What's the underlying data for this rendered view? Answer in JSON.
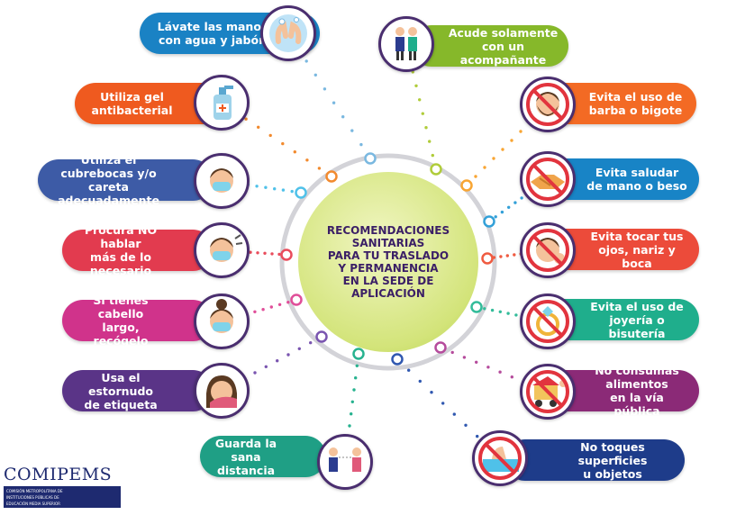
{
  "title": "RECOMENDACIONES\nSANITARIAS\nPARA TU TRASLADO\nY PERMANENCIA\nEN LA SEDE DE\nAPLICACIÓN",
  "items": [
    {
      "id": "lavate-manos",
      "text": "Lávate las manos\ncon agua y jabón",
      "color": "#1a82c4",
      "icon": "handwash-icon",
      "ring": "#7ab8e0"
    },
    {
      "id": "gel",
      "text": "Utiliza gel\nantibacterial",
      "color": "#ef5a1f",
      "icon": "gel-icon",
      "ring": "#f28a2e"
    },
    {
      "id": "cubrebocas",
      "text": "Utiliza el cubrebocas y/o\ncareta adecuadamente",
      "color": "#3d5ba6",
      "icon": "mask-icon",
      "ring": "#4fc1e9"
    },
    {
      "id": "no-hablar",
      "text": "Procura NO hablar\nmás de lo necesario",
      "color": "#e23b4f",
      "icon": "talk-icon",
      "ring": "#e94c5c"
    },
    {
      "id": "cabello",
      "text": "Si tienes cabello\nlargo, recógelo",
      "color": "#d0338b",
      "icon": "hair-icon",
      "ring": "#e04e99"
    },
    {
      "id": "estornudo",
      "text": "Usa el estornudo\nde etiqueta",
      "color": "#5a3487",
      "icon": "sneeze-icon",
      "ring": "#7a55b0"
    },
    {
      "id": "sana-distancia",
      "text": "Guarda la sana\ndistancia",
      "color": "#1f9f85",
      "icon": "distance-icon",
      "ring": "#27b28f"
    },
    {
      "id": "acompanante",
      "text": "Acude solamente\ncon un acompañante",
      "color": "#86b82a",
      "icon": "companion-icon",
      "ring": "#b0cc3a"
    },
    {
      "id": "barba",
      "text": "Evita el uso de\nbarba o bigote",
      "color": "#f36a24",
      "icon": "beard-icon",
      "ring": "#f8a533"
    },
    {
      "id": "saludar",
      "text": "Evita saludar\nde mano o beso",
      "color": "#1884c6",
      "icon": "handshake-icon",
      "ring": "#33a0d8"
    },
    {
      "id": "tocar",
      "text": "Evita tocar tus\nojos, nariz y boca",
      "color": "#ec4b3a",
      "icon": "face-touch-icon",
      "ring": "#ef5b41"
    },
    {
      "id": "joyeria",
      "text": "Evita el uso de\njoyería o bisutería",
      "color": "#1fae8c",
      "icon": "ring-jewel-icon",
      "ring": "#33bc9a"
    },
    {
      "id": "alimentos",
      "text": "No consumas alimentos\nen la vía pública",
      "color": "#8b2a77",
      "icon": "food-cart-icon",
      "ring": "#b54b9c"
    },
    {
      "id": "superficies",
      "text": "No toques superficies\nu objetos",
      "color": "#1e3c8a",
      "icon": "surface-icon",
      "ring": "#3058b0"
    }
  ],
  "logo": {
    "name": "COMIPEMS",
    "subtitle": "COMISIÓN METROPOLITANA DE\nINSTITUCIONES PÚBLICAS DE\nEDUCACIÓN MEDIA SUPERIOR"
  }
}
